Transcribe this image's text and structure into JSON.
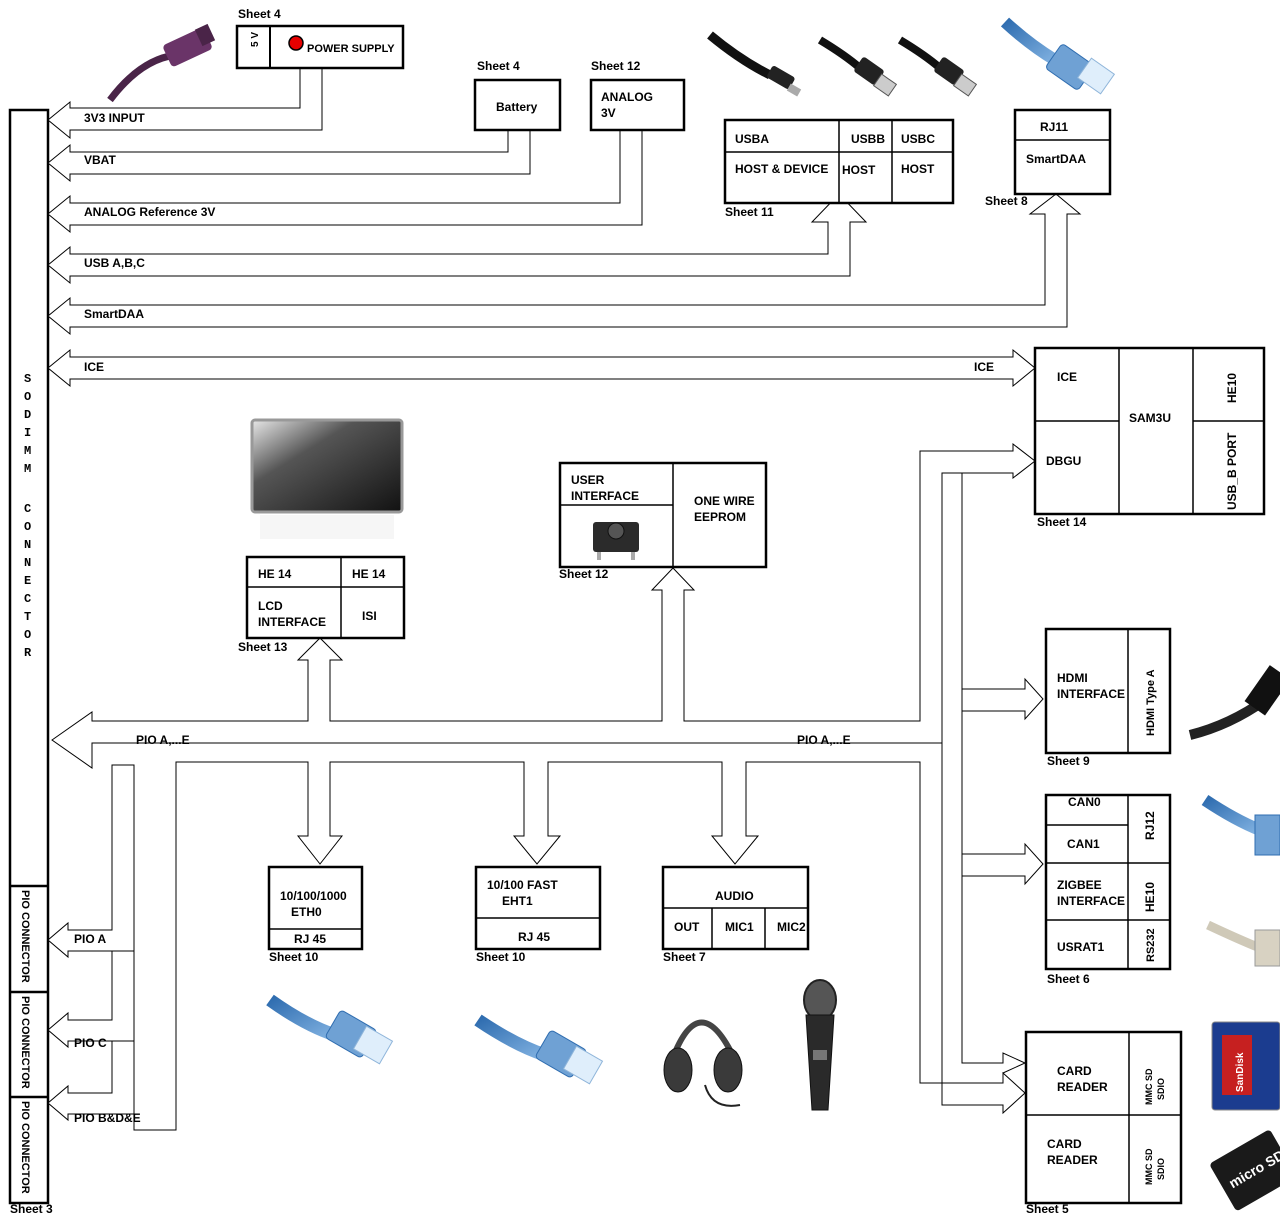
{
  "sheets": {
    "s3": "Sheet 3",
    "s4a": "Sheet 4",
    "s4b": "Sheet 4",
    "s12a": "Sheet 12",
    "s11": "Sheet 11",
    "s8": "Sheet 8",
    "s14": "Sheet 14",
    "s12b": "Sheet 12",
    "s13": "Sheet 13",
    "s9": "Sheet 9",
    "s6": "Sheet 6",
    "s10a": "Sheet 10",
    "s10b": "Sheet 10",
    "s7": "Sheet 7",
    "s5": "Sheet 5"
  },
  "sodimm": {
    "title_letters": [
      "S",
      "O",
      "D",
      "I",
      "M",
      "M",
      "",
      "C",
      "O",
      "N",
      "N",
      "E",
      "C",
      "T",
      "O",
      "R"
    ],
    "pio_connector": "PIO CONNECTOR"
  },
  "power": {
    "v5": "5 V",
    "label": "POWER SUPPLY"
  },
  "battery": {
    "label": "Battery"
  },
  "analog": {
    "line1": "ANALOG",
    "line2": "3V"
  },
  "usb": {
    "usba": "USBA",
    "usbb": "USBB",
    "usbc": "USBC",
    "host_device": "HOST & DEVICE",
    "host_b": "HOST",
    "host_c": "HOST"
  },
  "rj11": {
    "label": "RJ11",
    "smartdaa": "SmartDAA"
  },
  "buses": {
    "v3in": "3V3 INPUT",
    "vbat": "VBAT",
    "analog_ref": "ANALOG Reference 3V",
    "usb_abc": "USB A,B,C",
    "smartdaa": "SmartDAA",
    "ice_left": "ICE",
    "ice_right": "ICE",
    "pio_left": "PIO A,...E",
    "pio_right": "PIO A,...E",
    "pio_a": "PIO  A",
    "pio_c": "PIO C",
    "pio_bde": "PIO B&D&E"
  },
  "sam3u": {
    "ice": "ICE",
    "dbgu": "DBGU",
    "name": "SAM3U",
    "he10": "HE10",
    "usb_b_port": "USB_B PORT"
  },
  "ui": {
    "user_line1": "USER",
    "user_line2": "INTERFACE",
    "ow_line1": "ONE WIRE",
    "ow_line2": "EEPROM"
  },
  "lcd": {
    "he14a": "HE 14",
    "he14b": "HE 14",
    "lcd_line1": "LCD",
    "lcd_line2": "INTERFACE",
    "isi": "ISI"
  },
  "hdmi": {
    "line1": "HDMI",
    "line2": "INTERFACE",
    "type": "HDMI Type A"
  },
  "can": {
    "can0": "CAN0",
    "can1": "CAN1",
    "rj12": "RJ12",
    "zigbee1": "ZIGBEE",
    "zigbee2": "INTERFACE",
    "he10": "HE10",
    "usrat1": "USRAT1",
    "rs232": "RS232"
  },
  "eth0": {
    "line1": "10/100/1000",
    "line2": "ETH0",
    "rj45": "RJ 45"
  },
  "eth1": {
    "line1": "10/100 FAST",
    "line2": "EHT1",
    "rj45": "RJ 45"
  },
  "audio": {
    "title": "AUDIO",
    "out": "OUT",
    "mic1": "MIC1",
    "mic2": "MIC2"
  },
  "card": {
    "reader1a": "CARD",
    "reader1b": "READER",
    "mmc1a": "MMC SD",
    "mmc1b": "SDIO",
    "reader2a": "CARD",
    "reader2b": "READER",
    "mmc2a": "MMC SD",
    "mmc2b": "SDIO"
  },
  "photos": {
    "sandisk": "SanDisk",
    "microsd": "micro SD"
  },
  "icons": {
    "dc_plug": "dc-plug-icon",
    "micro_usb": "micro-usb-cable-icon",
    "usb_a": "usb-a-cable-icon",
    "rj45": "rj45-cable-icon",
    "monitor": "lcd-monitor-icon",
    "push_button": "push-button-icon",
    "hdmi": "hdmi-cable-icon",
    "serial": "serial-cable-icon",
    "sd_card": "sd-card-icon",
    "micro_sd": "micro-sd-card-icon",
    "headphones": "headphones-icon",
    "microphone": "microphone-icon"
  },
  "colors": {
    "led": "#e60000",
    "cable_blue": "#4a86c5",
    "line": "#000000"
  }
}
